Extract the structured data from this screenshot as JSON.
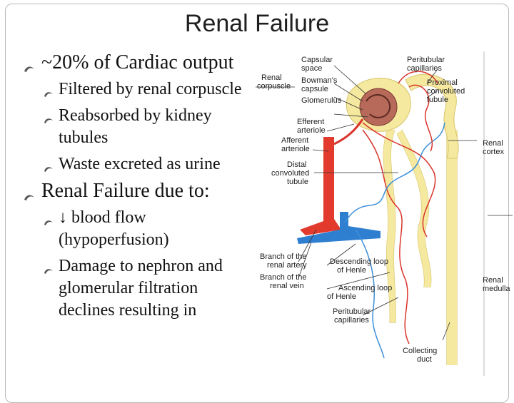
{
  "slide": {
    "title": "Renal Failure",
    "bullets": [
      {
        "level": 1,
        "text": "~20% of Cardiac output"
      },
      {
        "level": 2,
        "text": "Filtered by renal corpuscle"
      },
      {
        "level": 2,
        "text": "Reabsorbed by kidney tubules"
      },
      {
        "level": 2,
        "text": "Waste excreted as urine"
      },
      {
        "level": 1,
        "text": "Renal Failure due to:"
      },
      {
        "level": 2,
        "text": "↓ blood flow (hypoperfusion)"
      },
      {
        "level": 2,
        "text": "Damage to nephron and glomerular filtration declines resulting in"
      }
    ],
    "diagram": {
      "labels": {
        "capsular_space": "Capsular space",
        "renal_corpuscle": "Renal corpuscle",
        "bowmans_capsule": "Bowman's capsule",
        "glomerulus": "Glomerulus",
        "peritubular_top": "Peritubular capillaries",
        "proximal_tubule": "Proximal convoluted tubule",
        "efferent": "Efferent arteriole",
        "afferent": "Afferent arteriole",
        "distal_tubule": "Distal convoluted tubule",
        "renal_cortex": "Renal cortex",
        "branch_artery": "Branch of the renal artery",
        "branch_vein": "Branch of the renal vein",
        "descending_loop": "Descending loop of Henle",
        "ascending_loop": "Ascending loop of Henle",
        "peritubular_bottom": "Peritubular capillaries",
        "renal_medulla": "Renal medulla",
        "collecting_duct": "Collecting duct"
      },
      "colors": {
        "tubule": "#f5e9a0",
        "artery": "#e23b2e",
        "vein": "#2f7fd0",
        "capillary_red": "#d9342b",
        "capillary_blue": "#3d8fd8"
      }
    }
  }
}
